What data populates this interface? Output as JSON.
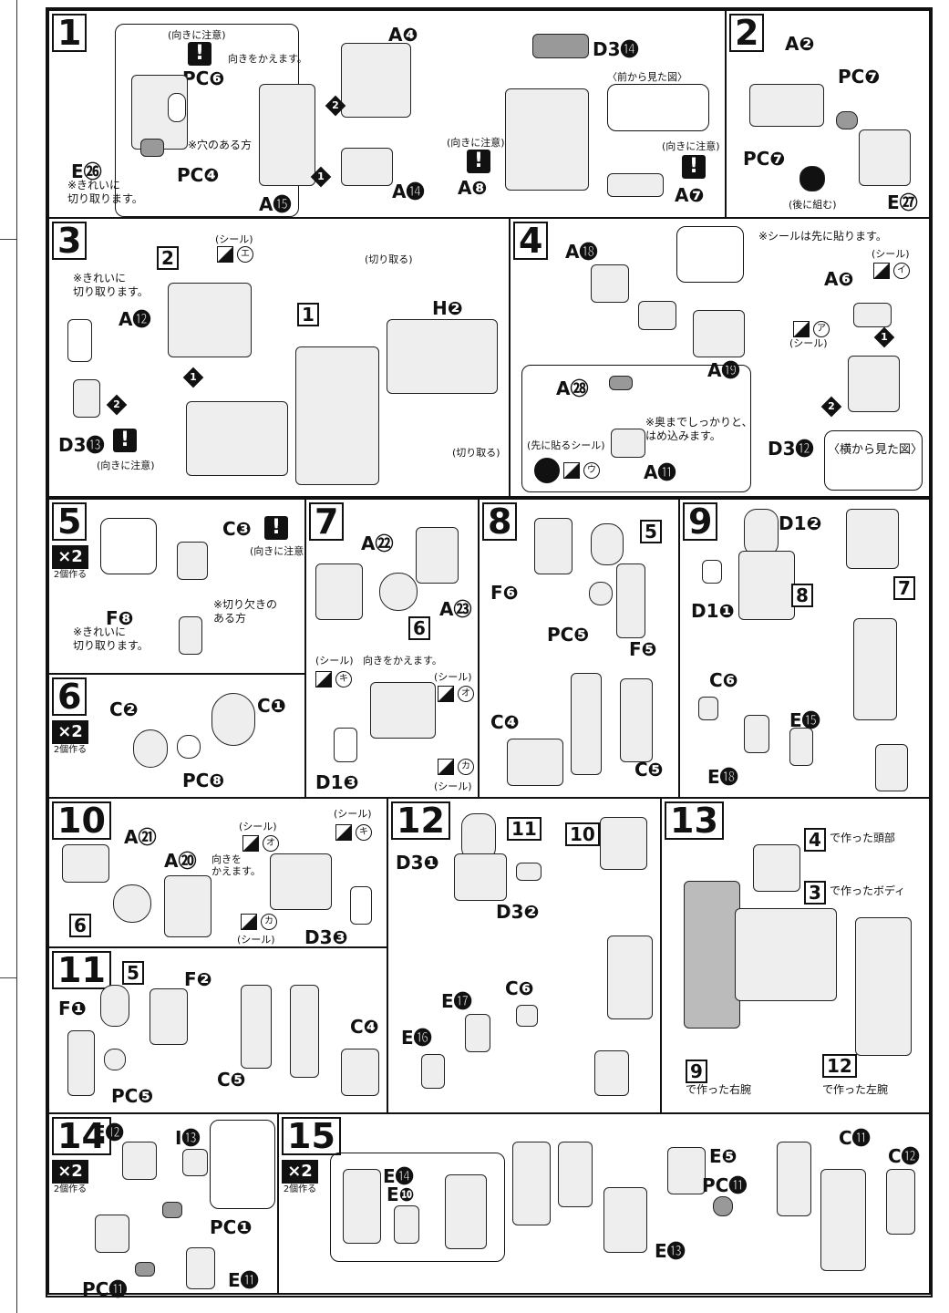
{
  "text": {
    "muki_ni_chui": "(向きに注意)",
    "muki_wo_kaemasu": "向きをかえます。",
    "ana_no_aru_hou": "※穴のある方",
    "kirei_ni_kiritori": "※きれいに\n切り取ります。",
    "mae_kara_mita_zu": "〈前から見た図〉",
    "ato_ni_kumu": "(後に組む)",
    "seal": "(シール)",
    "kiritoru": "(切り取る)",
    "seal_saki_ni": "※シールは先に貼ります。",
    "oku_made": "※奥までしっかりと、\nはめ込みます。",
    "saki_ni_haru_seal": "(先に貼るシール)",
    "yoko_kara_mita_zu": "〈横から見た図〉",
    "nikko_tsukuru": "2個作る",
    "x2": "×2",
    "kirikaki": "※切り欠きの\nある方",
    "muki_wo_kaemasu2": "向きを\nかえます。",
    "step13_head": "で作った頭部",
    "step13_body": "で作ったボディ",
    "step13_right": "で作った右腕",
    "step13_left": "で作った左腕"
  },
  "steps": [
    "1",
    "2",
    "3",
    "4",
    "5",
    "6",
    "7",
    "8",
    "9",
    "10",
    "11",
    "12",
    "13",
    "14",
    "15"
  ],
  "labels": {
    "s1": [
      "A❹",
      "D3⓮",
      "PC❻",
      "A⓯",
      "A⓮",
      "A❽",
      "A❼",
      "E㉖",
      "PC❹"
    ],
    "s2": [
      "A❷",
      "PC❼",
      "PC❼",
      "E㉗"
    ],
    "s3": [
      "A⓬",
      "D3⓭",
      "H❷"
    ],
    "s4": [
      "A⓲",
      "A⓳",
      "A㉘",
      "A⓫",
      "A❻",
      "D3⓬"
    ],
    "s5": [
      "C❸",
      "F❽"
    ],
    "s6": [
      "C❷",
      "C❶",
      "PC❽"
    ],
    "s7": [
      "A㉒",
      "A㉓",
      "D1❸"
    ],
    "s8": [
      "F❻",
      "PC❺",
      "F❺",
      "C❹",
      "C❺"
    ],
    "s9": [
      "D1❷",
      "D1❶",
      "C❻",
      "E⓯",
      "E⓲"
    ],
    "s10": [
      "A㉑",
      "A⑳",
      "D3❸"
    ],
    "s11": [
      "F❶",
      "F❷",
      "PC❺",
      "C❹",
      "C❺"
    ],
    "s12": [
      "D3❶",
      "D3❷",
      "E⓱",
      "C❻",
      "E⓰"
    ],
    "s14": [
      "E⓬",
      "I⓭",
      "PC❶",
      "PC⓫",
      "E⓫"
    ],
    "s15": [
      "E⓮",
      "E❿",
      "E❺",
      "PC⓫",
      "E⓭",
      "C⓫",
      "C⓬"
    ]
  },
  "stickers": {
    "e": "エ",
    "i": "イ",
    "a": "ア",
    "u": "ウ",
    "ki": "キ",
    "o": "オ",
    "ka": "カ"
  },
  "seq": {
    "one": "1",
    "two": "2"
  }
}
